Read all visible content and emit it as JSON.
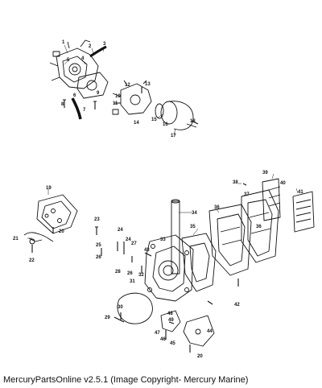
{
  "caption": "MercuryPartsOnline v2.5.1 (Image Copyright- Mercury Marine)",
  "callouts": {
    "c1": "1",
    "c2": "2",
    "c3": "3",
    "c4": "4",
    "c5": "5",
    "c6": "6",
    "c7": "7",
    "c8": "8",
    "c9": "9",
    "c10": "10",
    "c11": "11",
    "c12": "12",
    "c13": "13",
    "c14": "14",
    "c15": "15",
    "c16": "16",
    "c17": "17",
    "c18": "18",
    "c19": "19",
    "c20a": "20",
    "c21": "21",
    "c22": "22",
    "c23": "23",
    "c24a": "24",
    "c24b": "24",
    "c25": "25",
    "c26a": "26",
    "c26b": "26",
    "c27": "27",
    "c28": "28",
    "c29": "29",
    "c30": "30",
    "c31": "31",
    "c32": "32",
    "c33": "33",
    "c34": "34",
    "c35": "35",
    "c36a": "36",
    "c36b": "36",
    "c37": "37",
    "c38": "38",
    "c39": "39",
    "c40": "40",
    "c41": "41",
    "c42": "42",
    "c43": "43",
    "c44": "44",
    "c45": "45",
    "c46": "46",
    "c47": "47",
    "c48": "48",
    "c49": "49",
    "c20b": "20"
  }
}
